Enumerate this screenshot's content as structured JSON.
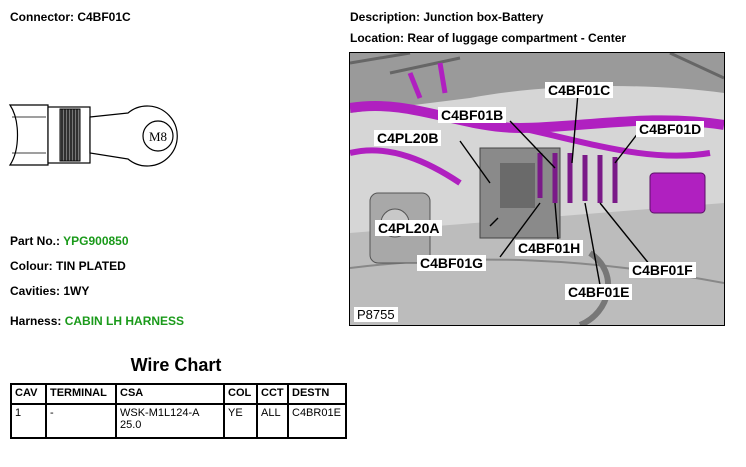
{
  "connector": {
    "label": "Connector:",
    "value": "C4BF01C"
  },
  "description": {
    "label": "Description:",
    "value": "Junction box-Battery"
  },
  "location": {
    "label": "Location:",
    "value": "Rear of luggage compartment - Center"
  },
  "terminal_marking": "M8",
  "part_no": {
    "label": "Part No.:",
    "value": "YPG900850"
  },
  "colour": {
    "label": "Colour:",
    "value": "TIN PLATED"
  },
  "cavities": {
    "label": "Cavities:",
    "value": "1WY"
  },
  "harness": {
    "label": "Harness:",
    "value": "CABIN LH HARNESS"
  },
  "photo": {
    "reference": "P8755",
    "callouts": [
      "C4BF01C",
      "C4BF01B",
      "C4BF01D",
      "C4PL20B",
      "C4PL20A",
      "C4BF01H",
      "C4BF01G",
      "C4BF01F",
      "C4BF01E"
    ]
  },
  "wire_chart": {
    "title": "Wire Chart",
    "headers": [
      "CAV",
      "TERMINAL",
      "CSA",
      "COL",
      "CCT",
      "DESTN"
    ],
    "rows": [
      [
        "1",
        "-",
        "WSK-M1L124-A 25.0",
        "YE",
        "ALL",
        "C4BR01E"
      ]
    ]
  },
  "colors": {
    "harness": "#b020c0",
    "green_text": "#1a9a1a"
  }
}
